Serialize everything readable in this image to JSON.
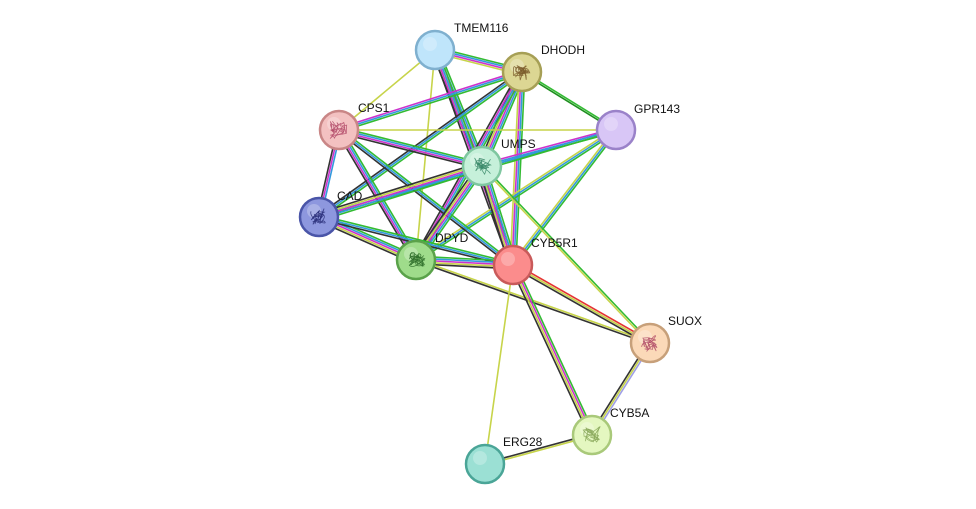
{
  "network": {
    "edge_colors": {
      "green": "#33bb33",
      "blue": "#3399dd",
      "magenta": "#cc33cc",
      "yellow": "#c7d44a",
      "black": "#333333",
      "red": "#e53333",
      "lavender": "#9f9fe6",
      "darkgreen": "#1f8f1f"
    },
    "nodes": [
      {
        "id": "TMEM116",
        "label": "TMEM116",
        "fill": "#bfe5fb",
        "stroke": "#7fb0cf",
        "glyph": "empty-circle-icon",
        "glyph_color": ""
      },
      {
        "id": "DHODH",
        "label": "DHODH",
        "fill": "#dcd693",
        "stroke": "#a69f55",
        "glyph": "protein-structure-icon",
        "glyph_color": "#7a5a2a"
      },
      {
        "id": "GPR143",
        "label": "GPR143",
        "fill": "#d8c6f6",
        "stroke": "#9a82c9",
        "glyph": "empty-circle-icon",
        "glyph_color": ""
      },
      {
        "id": "CPS1",
        "label": "CPS1",
        "fill": "#f3c1c1",
        "stroke": "#c98686",
        "glyph": "protein-structure-icon",
        "glyph_color": "#b34b6a"
      },
      {
        "id": "UMPS",
        "label": "UMPS",
        "fill": "#c6f0da",
        "stroke": "#7fc7a0",
        "glyph": "protein-structure-icon",
        "glyph_color": "#3b8a6a"
      },
      {
        "id": "CAD",
        "label": "CAD",
        "fill": "#8d97de",
        "stroke": "#4a55a8",
        "glyph": "protein-structure-icon",
        "glyph_color": "#2a2f7a"
      },
      {
        "id": "DPYD",
        "label": "DPYD",
        "fill": "#9fdc8b",
        "stroke": "#5aa24a",
        "glyph": "protein-structure-icon",
        "glyph_color": "#2f6f2a"
      },
      {
        "id": "CYB5R1",
        "label": "CYB5R1",
        "fill": "#fb8c8c",
        "stroke": "#c95a5a",
        "glyph": "empty-circle-icon",
        "glyph_color": ""
      },
      {
        "id": "SUOX",
        "label": "SUOX",
        "fill": "#fbd9b8",
        "stroke": "#c7a07a",
        "glyph": "protein-structure-icon",
        "glyph_color": "#b3506a"
      },
      {
        "id": "CYB5A",
        "label": "CYB5A",
        "fill": "#e4f7c0",
        "stroke": "#a9c97a",
        "glyph": "protein-structure-icon",
        "glyph_color": "#8aa85a"
      },
      {
        "id": "ERG28",
        "label": "ERG28",
        "fill": "#9be0d4",
        "stroke": "#4aa597",
        "glyph": "empty-circle-icon",
        "glyph_color": ""
      }
    ],
    "edges": [
      {
        "a": "TMEM116",
        "b": "DHODH",
        "colors": [
          "green",
          "blue",
          "magenta",
          "yellow"
        ]
      },
      {
        "a": "TMEM116",
        "b": "UMPS",
        "colors": [
          "green",
          "blue",
          "magenta",
          "yellow",
          "black"
        ]
      },
      {
        "a": "TMEM116",
        "b": "CYB5R1",
        "colors": [
          "green",
          "blue",
          "magenta",
          "black"
        ]
      },
      {
        "a": "TMEM116",
        "b": "DPYD",
        "colors": [
          "yellow"
        ]
      },
      {
        "a": "TMEM116",
        "b": "CPS1",
        "colors": [
          "yellow"
        ]
      },
      {
        "a": "DHODH",
        "b": "GPR143",
        "colors": [
          "green",
          "darkgreen"
        ]
      },
      {
        "a": "DHODH",
        "b": "CPS1",
        "colors": [
          "green",
          "blue",
          "magenta"
        ]
      },
      {
        "a": "DHODH",
        "b": "UMPS",
        "colors": [
          "green",
          "blue",
          "magenta",
          "yellow",
          "black"
        ]
      },
      {
        "a": "DHODH",
        "b": "CAD",
        "colors": [
          "green",
          "blue",
          "black"
        ]
      },
      {
        "a": "DHODH",
        "b": "DPYD",
        "colors": [
          "green",
          "blue",
          "magenta",
          "black"
        ]
      },
      {
        "a": "DHODH",
        "b": "CYB5R1",
        "colors": [
          "green",
          "blue",
          "magenta",
          "yellow"
        ]
      },
      {
        "a": "GPR143",
        "b": "UMPS",
        "colors": [
          "green",
          "blue",
          "magenta"
        ]
      },
      {
        "a": "GPR143",
        "b": "CAD",
        "colors": [
          "green",
          "blue"
        ]
      },
      {
        "a": "GPR143",
        "b": "DPYD",
        "colors": [
          "green",
          "blue",
          "yellow"
        ]
      },
      {
        "a": "GPR143",
        "b": "CYB5R1",
        "colors": [
          "green",
          "blue",
          "yellow"
        ]
      },
      {
        "a": "GPR143",
        "b": "CPS1",
        "colors": [
          "yellow"
        ]
      },
      {
        "a": "CPS1",
        "b": "UMPS",
        "colors": [
          "green",
          "blue",
          "magenta",
          "black"
        ]
      },
      {
        "a": "CPS1",
        "b": "CAD",
        "colors": [
          "blue",
          "magenta",
          "black"
        ]
      },
      {
        "a": "CPS1",
        "b": "DPYD",
        "colors": [
          "green",
          "blue",
          "magenta",
          "black"
        ]
      },
      {
        "a": "CPS1",
        "b": "CYB5R1",
        "colors": [
          "green",
          "blue",
          "black"
        ]
      },
      {
        "a": "UMPS",
        "b": "CAD",
        "colors": [
          "green",
          "blue",
          "magenta",
          "yellow",
          "black"
        ]
      },
      {
        "a": "UMPS",
        "b": "DPYD",
        "colors": [
          "green",
          "blue",
          "magenta",
          "yellow",
          "black"
        ]
      },
      {
        "a": "UMPS",
        "b": "CYB5R1",
        "colors": [
          "green",
          "blue",
          "magenta",
          "yellow",
          "black"
        ]
      },
      {
        "a": "UMPS",
        "b": "SUOX",
        "colors": [
          "green",
          "yellow"
        ]
      },
      {
        "a": "CAD",
        "b": "DPYD",
        "colors": [
          "green",
          "blue",
          "magenta",
          "yellow",
          "black"
        ]
      },
      {
        "a": "CAD",
        "b": "CYB5R1",
        "colors": [
          "green",
          "blue",
          "black"
        ]
      },
      {
        "a": "DPYD",
        "b": "CYB5R1",
        "colors": [
          "green",
          "blue",
          "magenta",
          "yellow",
          "black"
        ]
      },
      {
        "a": "DPYD",
        "b": "SUOX",
        "colors": [
          "yellow",
          "black"
        ]
      },
      {
        "a": "CYB5R1",
        "b": "SUOX",
        "colors": [
          "red",
          "yellow",
          "black"
        ]
      },
      {
        "a": "CYB5R1",
        "b": "CYB5A",
        "colors": [
          "green",
          "magenta",
          "yellow",
          "black"
        ]
      },
      {
        "a": "CYB5R1",
        "b": "ERG28",
        "colors": [
          "yellow"
        ]
      },
      {
        "a": "SUOX",
        "b": "CYB5A",
        "colors": [
          "lavender",
          "yellow",
          "black"
        ]
      },
      {
        "a": "CYB5A",
        "b": "ERG28",
        "colors": [
          "yellow",
          "black"
        ]
      }
    ]
  }
}
